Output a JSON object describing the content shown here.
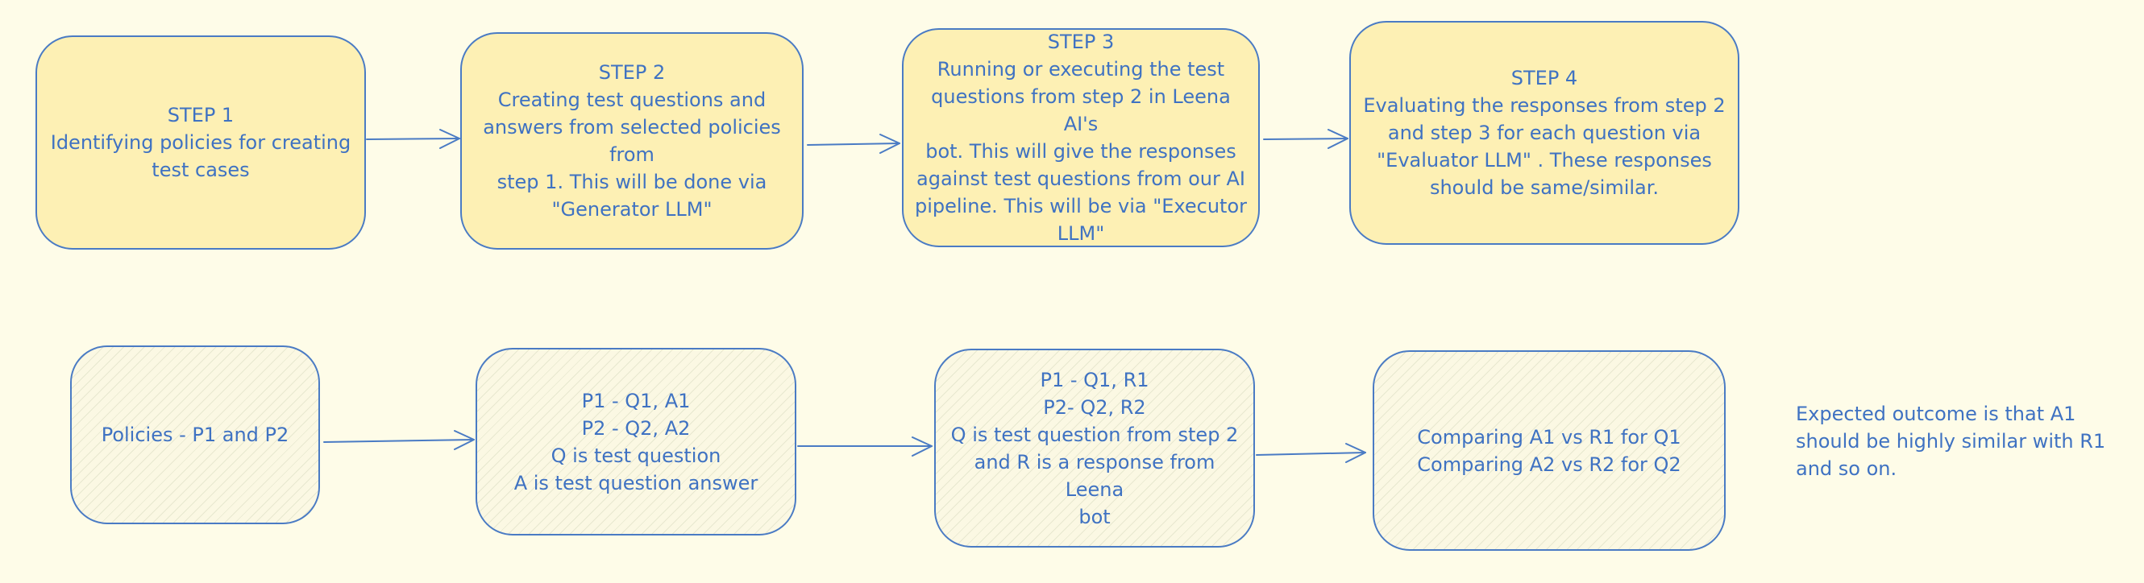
{
  "steps": [
    {
      "lines": [
        "STEP 1",
        "Identifying policies for creating",
        "test cases"
      ]
    },
    {
      "lines": [
        "STEP 2",
        "Creating test questions and",
        "answers from selected policies from",
        "step 1. This will be done via",
        "\"Generator LLM\""
      ]
    },
    {
      "lines": [
        "STEP 3",
        "Running or executing the test",
        "questions from step 2 in Leena AI's",
        "bot. This will give the responses",
        "against test questions from our AI",
        "pipeline. This will be via \"Executor",
        "LLM\""
      ]
    },
    {
      "lines": [
        "STEP 4",
        "Evaluating the responses from step 2",
        "and step 3 for each question via",
        "\"Evaluator LLM\" . These responses",
        "should be same/similar."
      ]
    }
  ],
  "examples": [
    {
      "lines": [
        "Policies - P1 and P2"
      ]
    },
    {
      "lines": [
        "P1 - Q1, A1",
        "P2 - Q2, A2",
        "Q is test question",
        "A is test question answer"
      ]
    },
    {
      "lines": [
        "P1 - Q1, R1",
        "P2- Q2, R2",
        "Q is test question from step 2",
        "and R is a response from Leena",
        "bot"
      ]
    },
    {
      "lines": [
        "Comparing A1 vs R1 for Q1",
        "Comparing A2 vs R2 for Q2"
      ]
    }
  ],
  "note": {
    "lines": [
      "Expected outcome is that A1",
      "should be highly similar with R1",
      "and so on."
    ]
  },
  "colors": {
    "background": "#fefce8",
    "step_fill": "#fdf0b4",
    "stroke": "#4a7bc4",
    "text": "#3f72c2"
  }
}
